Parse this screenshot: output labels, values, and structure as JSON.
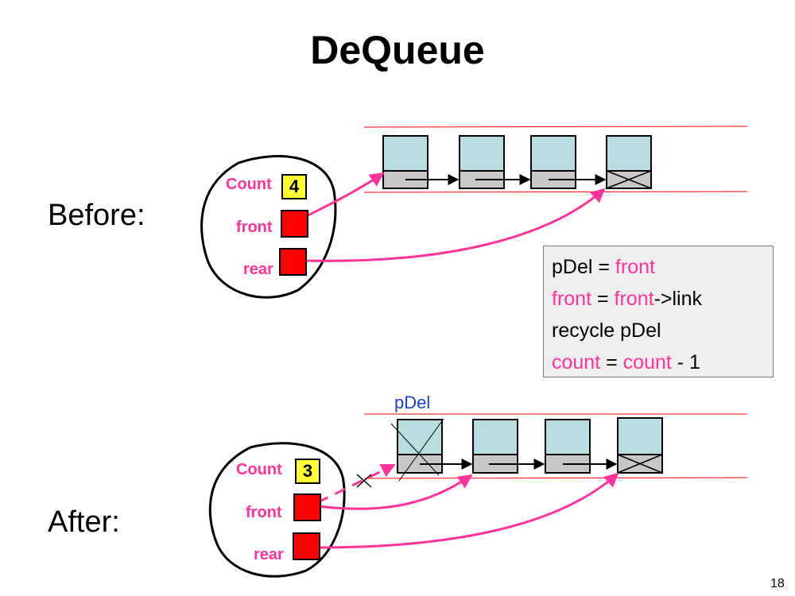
{
  "title": "DeQueue",
  "before": {
    "label": "Before:",
    "count_label": "Count",
    "count_value": "4",
    "front_label": "front",
    "rear_label": "rear",
    "node_count": 4
  },
  "after": {
    "label": "After:",
    "count_label": "Count",
    "count_value": "3",
    "front_label": "front",
    "rear_label": "rear",
    "pdel_label": "pDel",
    "node_count": 4
  },
  "code": [
    [
      {
        "t": "pDel = ",
        "c": "plain"
      },
      {
        "t": "front",
        "c": "kw"
      }
    ],
    [
      {
        "t": "front",
        "c": "kw"
      },
      {
        "t": " = ",
        "c": "plain"
      },
      {
        "t": "front",
        "c": "kw"
      },
      {
        "t": "->link",
        "c": "plain"
      }
    ],
    [
      {
        "t": "recycle pDel",
        "c": "plain"
      }
    ],
    [
      {
        "t": "count",
        "c": "kw"
      },
      {
        "t": " = ",
        "c": "plain"
      },
      {
        "t": "count",
        "c": "kw"
      },
      {
        "t": " - 1",
        "c": "plain"
      }
    ]
  ],
  "page_number": "18",
  "colors": {
    "pointer": "#ff3399",
    "node_data": "#b7dde0",
    "node_link": "#c8c8c8",
    "guide_line": "#ff0000",
    "count_box": "#ffff33",
    "pointer_box": "#ff0000"
  }
}
